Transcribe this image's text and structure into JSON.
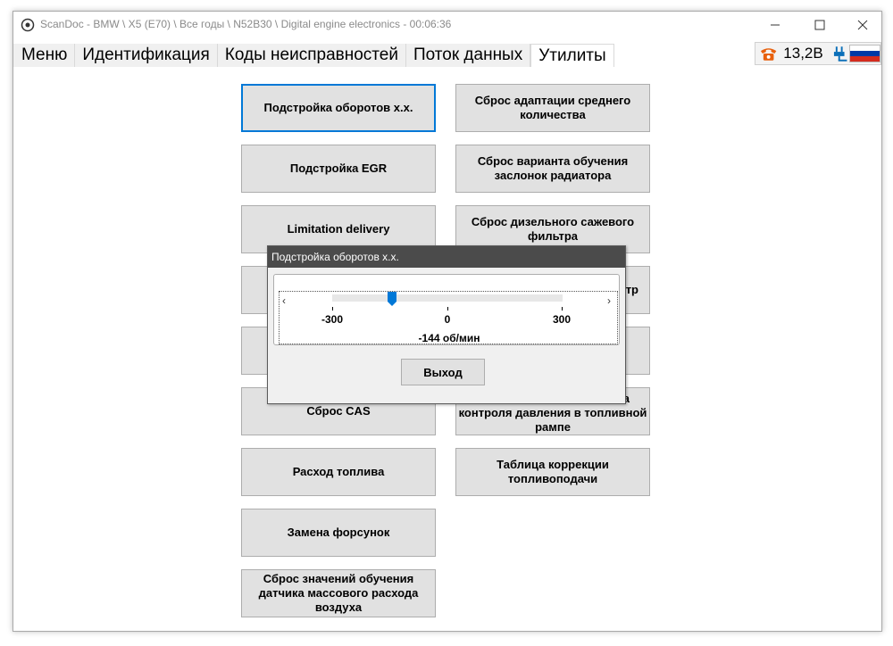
{
  "window": {
    "title": "ScanDoc - BMW \\ X5 (E70) \\ Все годы \\ N52B30 \\ Digital engine electronics - 00:06:36"
  },
  "tabs": [
    {
      "label": "Меню"
    },
    {
      "label": "Идентификация"
    },
    {
      "label": "Коды неисправностей"
    },
    {
      "label": "Поток данных"
    },
    {
      "label": "Утилиты",
      "active": true
    }
  ],
  "status": {
    "voltage": "13,2В",
    "icons": [
      "phone-icon",
      "plug-icon",
      "flag-russia-icon"
    ]
  },
  "buttons": {
    "idle_adjust": "Подстройка оборотов х.х.",
    "egr_adjust": "Подстройка EGR",
    "limitation_delivery": "Limitation delivery",
    "cas_reset": "Сброс CAS",
    "fuel_consumption": "Расход топлива",
    "injector_replace": "Замена форсунок",
    "maf_reset": "Сброс значений обучения датчика массового расхода воздуха",
    "avg_quantity_reset": "Сброс адаптации среднего количества",
    "radiator_flaps_reset": "Сброс  варианта обучения заслонок радиатора",
    "dpf_reset": "Сброс дизельного сажевого фильтра",
    "partial_right_1": "тр",
    "partial_right_2": "а",
    "rail_pressure": "контроля давления в топливной рампе",
    "fuel_correction": "Таблица коррекции топливоподачи"
  },
  "dialog": {
    "title": "Подстройка оборотов х.х.",
    "slider": {
      "min": -300,
      "max": 300,
      "value": -144,
      "ticks": [
        "-300",
        "0",
        "300"
      ],
      "value_label": "-144 об/мин"
    },
    "exit_label": "Выход"
  },
  "colors": {
    "accent": "#0078d7",
    "dialog_title_bg": "#4b4b4b",
    "button_bg": "#e1e1e1",
    "phone_icon": "#e8600c"
  }
}
